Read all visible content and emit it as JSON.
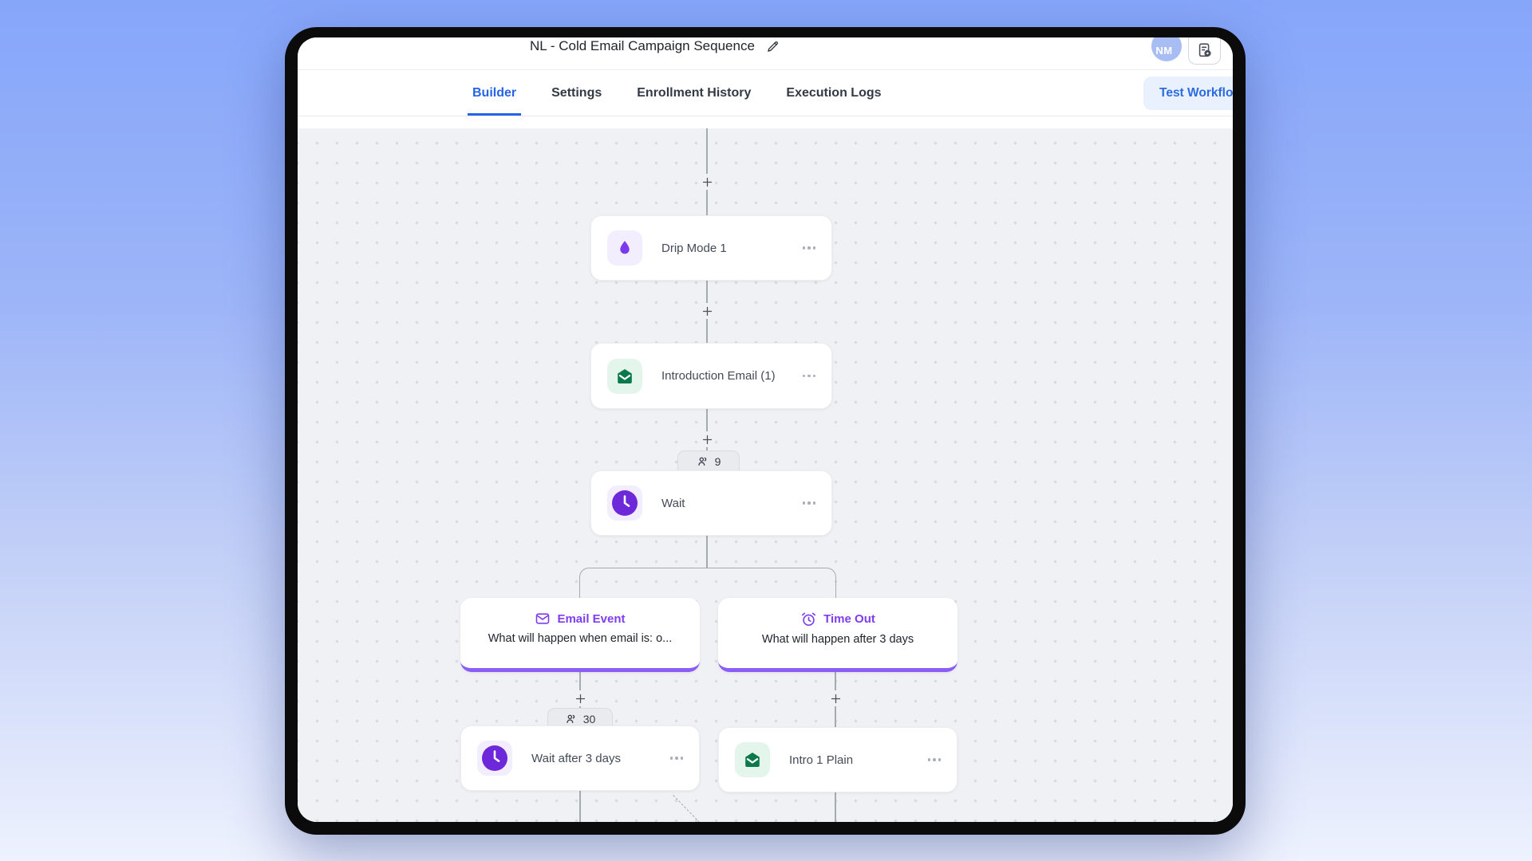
{
  "colors": {
    "accent_blue": "#2563eb",
    "accent_purple": "#7c3aed",
    "accent_green": "#0b7a4b",
    "branch_underline": "#8b5cf6",
    "canvas_bg": "#f0f1f4",
    "avatar_bg": "#a7bdf4"
  },
  "header": {
    "title": "NL - Cold Email Campaign Sequence",
    "edit_icon": "pencil-icon",
    "avatar_initials": "NM",
    "logs_icon": "clipboard-refresh-icon"
  },
  "tabs": {
    "items": [
      {
        "label": "Builder",
        "active": true
      },
      {
        "label": "Settings",
        "active": false
      },
      {
        "label": "Enrollment History",
        "active": false
      },
      {
        "label": "Execution Logs",
        "active": false
      }
    ],
    "test_workflow_label": "Test Workflow"
  },
  "workflow": {
    "nodes": [
      {
        "title": "Drip Mode 1",
        "icon": "droplet-icon",
        "theme": "purple"
      },
      {
        "title": "Introduction Email (1)",
        "icon": "mail-open-icon",
        "theme": "green"
      },
      {
        "title": "Wait",
        "icon": "clock-icon",
        "theme": "purple"
      },
      {
        "title": "Wait after 3 days",
        "icon": "clock-icon",
        "theme": "purple"
      },
      {
        "title": "Intro 1 Plain",
        "icon": "mail-open-icon",
        "theme": "green"
      }
    ],
    "branches": [
      {
        "title": "Email Event",
        "subtitle": "What will happen when email is: o...",
        "icon": "envelope-icon"
      },
      {
        "title": "Time Out",
        "subtitle": "What will happen after 3 days",
        "icon": "alarm-clock-icon"
      }
    ],
    "counters": [
      {
        "count": "9",
        "icon": "people-icon"
      },
      {
        "count": "30",
        "icon": "people-icon"
      }
    ]
  }
}
